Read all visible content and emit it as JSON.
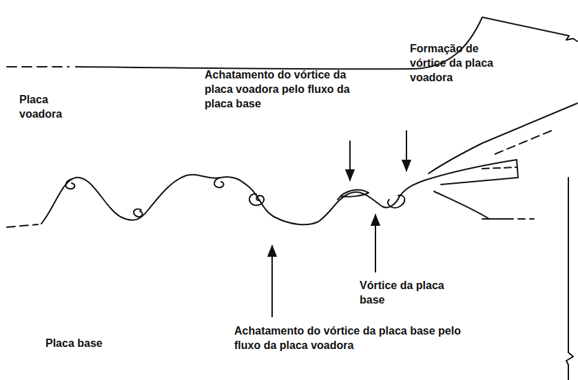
{
  "diagram": {
    "labels": [
      "Placa voadora",
      "Achatamento do vórtice da placa voadora pelo fluxo da placa base",
      "Formação de vórtice da placa voadora",
      "Vórtice da placa base",
      "Achatamento do vórtice da placa base pelo fluxo da placa voadora",
      "Placa base"
    ]
  }
}
